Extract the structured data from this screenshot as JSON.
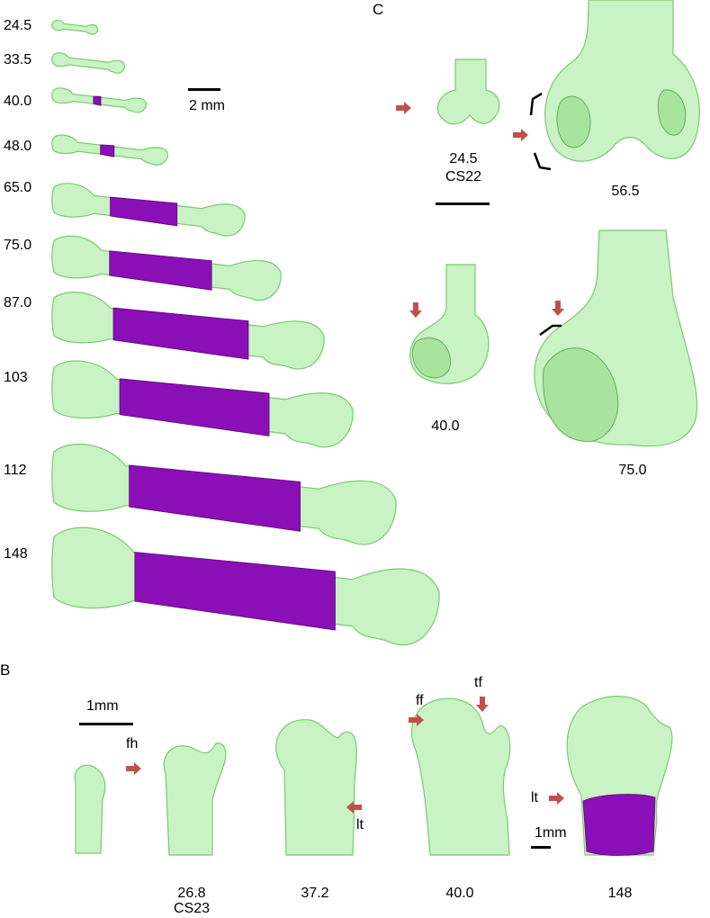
{
  "panel_a": {
    "labels": [
      "24.5",
      "33.5",
      "40.0",
      "48.0",
      "65.0",
      "75.0",
      "87.0",
      "103",
      "112",
      "148"
    ],
    "scale_label": "2 mm",
    "shaft_fractions": [
      0,
      0.0,
      0.08,
      0.12,
      0.35,
      0.45,
      0.5,
      0.5,
      0.5,
      0.52
    ]
  },
  "panel_b": {
    "letter": "B",
    "scale_label_top": "1mm",
    "scale_label_bottom": "1mm",
    "annotations": {
      "fh": "fh",
      "lt_1": "lt",
      "ff": "ff",
      "tf": "tf",
      "lt_2": "lt"
    },
    "captions": {
      "c1_line1": "26.8",
      "c1_line2": "CS23",
      "c2": "37.2",
      "c3": "40.0",
      "c4": "148"
    }
  },
  "panel_c": {
    "letter": "C",
    "captions": {
      "c1_line1": "24.5",
      "c1_line2": "CS22",
      "c2": "56.5",
      "c3": "40.0",
      "c4": "75.0"
    }
  },
  "colors": {
    "cartilage": "#c9f3c4",
    "cartilage_edge": "#7bc872",
    "ossified": "#8a0fb6",
    "arrow": "#c0504d"
  },
  "icons": [
    "red-arrow-icon"
  ]
}
